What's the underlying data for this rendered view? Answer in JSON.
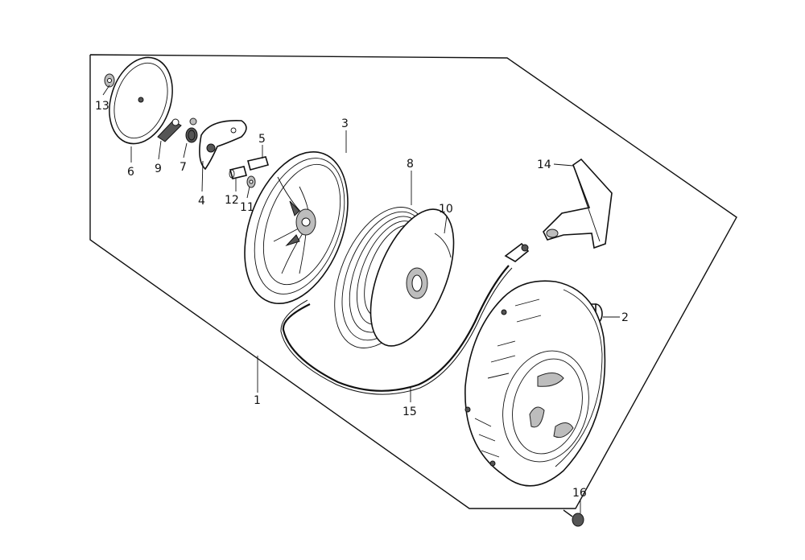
{
  "diagram": {
    "callouts": [
      {
        "id": "callout-1",
        "text": "1"
      },
      {
        "id": "callout-2",
        "text": "2"
      },
      {
        "id": "callout-3",
        "text": "3"
      },
      {
        "id": "callout-4",
        "text": "4"
      },
      {
        "id": "callout-5",
        "text": "5"
      },
      {
        "id": "callout-6",
        "text": "6"
      },
      {
        "id": "callout-7",
        "text": "7"
      },
      {
        "id": "callout-8",
        "text": "8"
      },
      {
        "id": "callout-9",
        "text": "9"
      },
      {
        "id": "callout-10",
        "text": "10"
      },
      {
        "id": "callout-11",
        "text": "11"
      },
      {
        "id": "callout-12",
        "text": "12"
      },
      {
        "id": "callout-13",
        "text": "13"
      },
      {
        "id": "callout-14",
        "text": "14"
      },
      {
        "id": "callout-15",
        "text": "15"
      },
      {
        "id": "callout-16",
        "text": "16"
      }
    ],
    "colors": {
      "ink": "#111111",
      "shade": "#bdbdbd",
      "background": "#ffffff"
    }
  }
}
